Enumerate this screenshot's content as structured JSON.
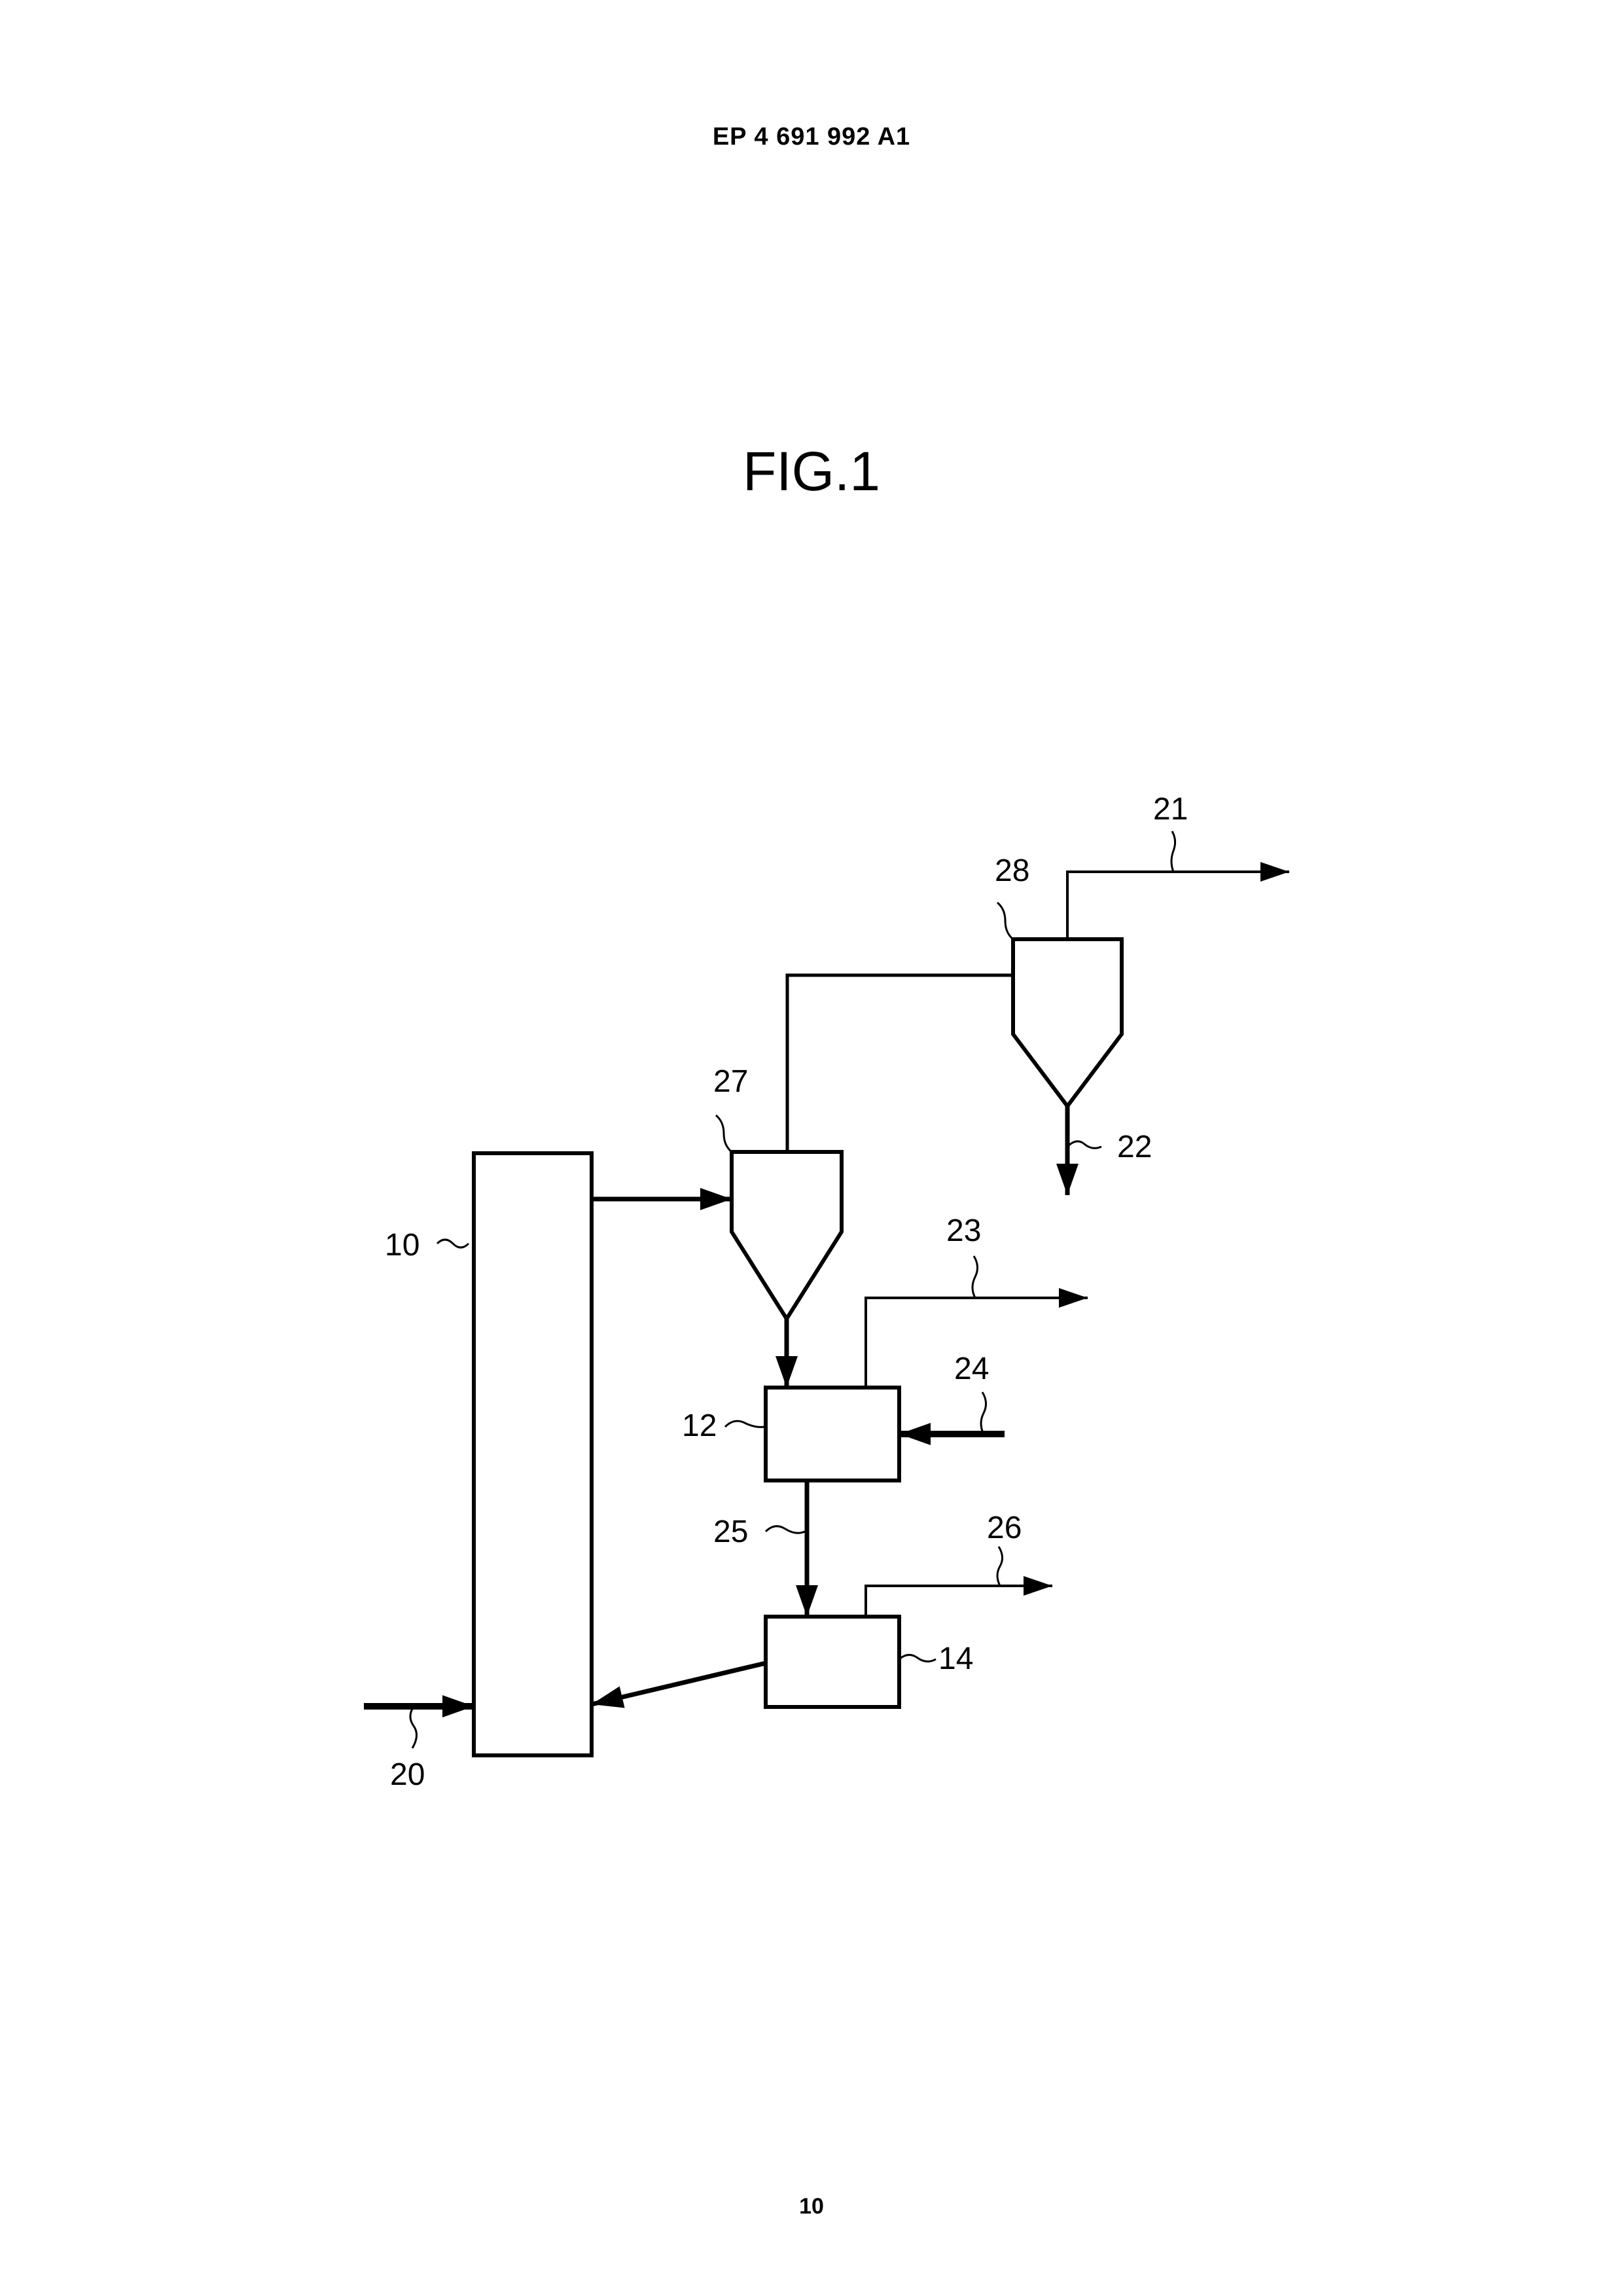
{
  "header": {
    "publication_number": "EP 4 691 992 A1"
  },
  "figure": {
    "title": "FIG.1"
  },
  "footer": {
    "page_number": "10"
  },
  "diagram": {
    "labels": {
      "l10": "10",
      "l12": "12",
      "l14": "14",
      "l20": "20",
      "l21": "21",
      "l22": "22",
      "l23": "23",
      "l24": "24",
      "l25": "25",
      "l26": "26",
      "l27": "27",
      "l28": "28"
    },
    "colors": {
      "line": "#000000",
      "background": "#ffffff"
    }
  }
}
